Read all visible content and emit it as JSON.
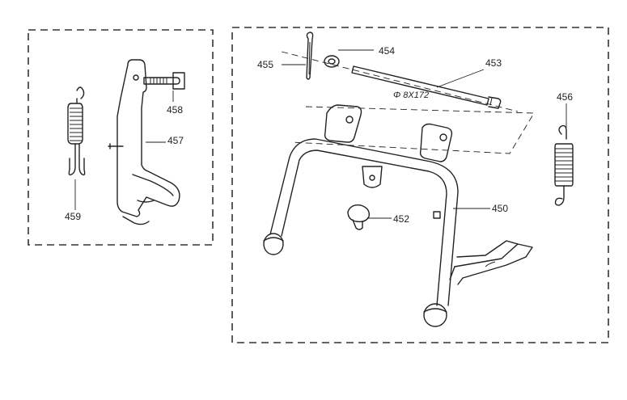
{
  "callouts": {
    "p450": "450",
    "p452": "452",
    "p453": "453",
    "p454": "454",
    "p455": "455",
    "p456": "456",
    "p457": "457",
    "p458": "458",
    "p459": "459"
  },
  "dimension": "Φ 8X172"
}
